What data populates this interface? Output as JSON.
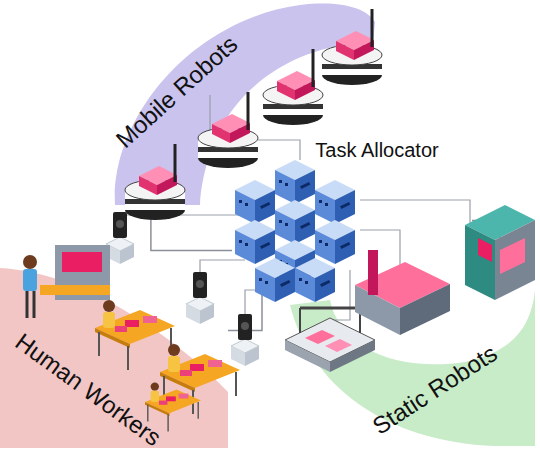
{
  "diagram": {
    "nodes": [
      {
        "text": [
          "Mobile Robots"
        ]
      },
      {
        "text": [
          "Task Allocator"
        ]
      },
      {
        "text": [
          "Human Workers"
        ]
      },
      {
        "text": [
          "Static Robots"
        ]
      }
    ],
    "edges": [
      {
        "from": 1,
        "to": 0,
        "arrow": "none"
      },
      {
        "from": 1,
        "to": 2,
        "arrow": "none"
      },
      {
        "from": 1,
        "to": 3,
        "arrow": "none"
      }
    ]
  }
}
